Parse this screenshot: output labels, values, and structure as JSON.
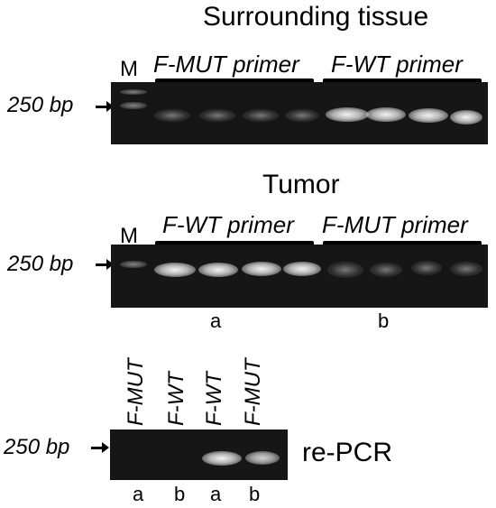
{
  "panel1": {
    "title": "Surrounding tissue",
    "marker": "M",
    "group_left": "F-MUT primer",
    "group_right": "F-WT primer",
    "size_label": "250 bp"
  },
  "panel2": {
    "title": "Tumor",
    "marker": "M",
    "group_left": "F-WT primer",
    "group_right": "F-MUT primer",
    "size_label": "250 bp",
    "sub_left": "a",
    "sub_right": "b"
  },
  "panel3": {
    "size_label": "250 bp",
    "side_label": "re-PCR",
    "lanes": [
      {
        "primer": "F-MUT",
        "sample": "a"
      },
      {
        "primer": "F-WT",
        "sample": "b"
      },
      {
        "primer": "F-WT",
        "sample": "a"
      },
      {
        "primer": "F-MUT",
        "sample": "b"
      }
    ]
  }
}
